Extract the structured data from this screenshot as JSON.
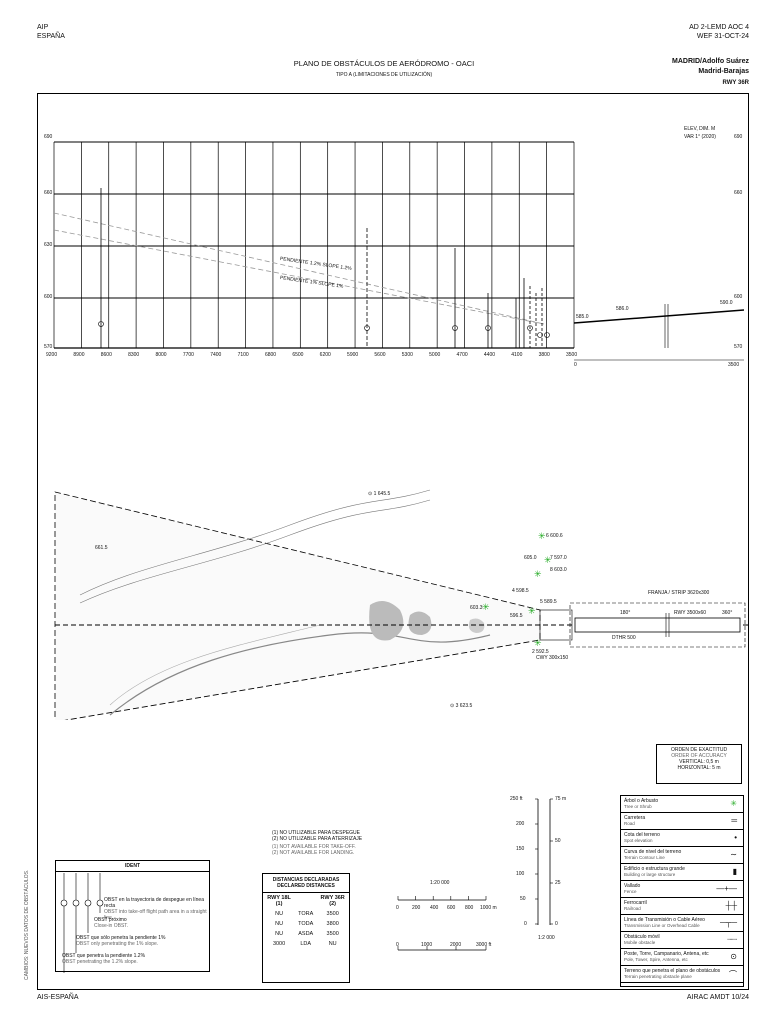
{
  "header": {
    "left_top": "AIP",
    "left_bottom": "ESPAÑA",
    "right_top": "AD 2-LEMD AOC 4",
    "right_bottom": "WEF 31-OCT-24",
    "title": "PLANO DE OBSTÁCULOS DE AERÓDROMO - OACI",
    "subtitle": "TIPO A (LIMITACIONES DE UTILIZACIÓN)",
    "airport_line1": "MADRID/Adolfo Suárez",
    "airport_line2": "Madrid-Barajas",
    "runway": "RWY 36R"
  },
  "profile": {
    "elev_note1": "ELEV, DIM. M",
    "elev_note2": "VAR 1° (2020)",
    "y_labels": [
      "690",
      "660",
      "630",
      "600",
      "570"
    ],
    "x_labels": [
      "9200",
      "8900",
      "8600",
      "8300",
      "8000",
      "7700",
      "7400",
      "7100",
      "6800",
      "6500",
      "6200",
      "5900",
      "5600",
      "5300",
      "5000",
      "4700",
      "4400",
      "4100",
      "3800",
      "3500"
    ],
    "slope1": "PENDIENTE 1.2% SLOPE 1.2%",
    "slope2": "PENDIENTE 1% SLOPE 1%",
    "rwy_elev_left": "585.0",
    "rwy_elev_mid": "586.0",
    "rwy_elev_right": "590.0",
    "rwy_scale_zero": "0",
    "rwy_scale_end": "3500"
  },
  "plan": {
    "obstacles": [
      {
        "label": "1",
        "elev": "645.5"
      },
      {
        "label": "",
        "elev": "661.5"
      },
      {
        "label": "6",
        "elev": "600.6"
      },
      {
        "label": "",
        "elev": "605.0"
      },
      {
        "label": "7",
        "elev": "597.0"
      },
      {
        "label": "8",
        "elev": "603.0"
      },
      {
        "label": "4",
        "elev": "598.5"
      },
      {
        "label": "",
        "elev": "603.3"
      },
      {
        "label": "",
        "elev": "596.5"
      },
      {
        "label": "5",
        "elev": "589.5"
      },
      {
        "label": "2",
        "elev": "592.5"
      },
      {
        "label": "3",
        "elev": "623.5"
      }
    ],
    "cwy_label": "CWY 300x150",
    "strip_label": "FRANJA / STRIP 3620x300",
    "hdg_left": "180°",
    "hdg_right": "360°",
    "rwy_dim": "RWY 3500x60",
    "dthr": "DTHR 500"
  },
  "accuracy": {
    "line1": "ORDEN DE EXACTITUD",
    "line2": "ORDER OF ACCURACY",
    "line3": "VERTICAL: 0,5 m",
    "line4": "HORIZONTAL: 5 m"
  },
  "ident": {
    "title": "IDENT",
    "rows": [
      {
        "es": "OBST en la trayectoria de despegue en línea recta",
        "en": "OBST into take-off flight path area in a straight line."
      },
      {
        "es": "OBST próximo",
        "en": "Close-in OBST."
      },
      {
        "es": "OBST que sólo penetra la pendiente 1%",
        "en": "OBST only penetrating the 1% slope."
      },
      {
        "es": "OBST que penetra la pendiente 1.2%",
        "en": "OBST penetrating the 1.2% slope."
      }
    ]
  },
  "notes": {
    "n1": "(1) NO UTILIZABLE PARA DESPEGUE",
    "n2": "(2) NO UTILIZABLE PARA ATERRIZAJE",
    "n3": "(1) NOT AVAILABLE FOR TAKE-OFF.",
    "n4": "(2) NOT AVAILABLE FOR LANDING."
  },
  "declared": {
    "title_es": "DISTANCIAS DECLARADAS",
    "title_en": "DECLARED DISTANCES",
    "col1": "RWY 18L (1)",
    "col2": "RWY 36R (2)",
    "rows": [
      {
        "a": "NU",
        "label": "TORA",
        "b": "3500"
      },
      {
        "a": "NU",
        "label": "TODA",
        "b": "3800"
      },
      {
        "a": "NU",
        "label": "ASDA",
        "b": "3500"
      },
      {
        "a": "3000",
        "label": "LDA",
        "b": "NU"
      }
    ]
  },
  "scales": {
    "scale1": "1:20 000",
    "scale1_ticks": [
      "0",
      "200",
      "400",
      "600",
      "800",
      "1000 m"
    ],
    "scale2": "1:2 000",
    "scale2_ticks": [
      "0",
      "1000",
      "2000",
      "3000 ft"
    ],
    "vert_m": [
      "250 ft",
      "200",
      "150",
      "100",
      "50",
      "0"
    ],
    "vert_ft": [
      "75 m",
      "50",
      "25",
      "0"
    ]
  },
  "legend": [
    {
      "es": "Árbol o Arbusto",
      "en": "Tree or Shrub",
      "sym": "✳"
    },
    {
      "es": "Carretera",
      "en": "Road",
      "sym": "═"
    },
    {
      "es": "Cota del terreno",
      "en": "Spot elevation",
      "sym": "•"
    },
    {
      "es": "Curva de nivel del terreno",
      "en": "Terrain Contour Line",
      "sym": "∼"
    },
    {
      "es": "Edificio o estructura grande",
      "en": "Building or large structure",
      "sym": "▮"
    },
    {
      "es": "Vallado",
      "en": "Fence",
      "sym": "—+—"
    },
    {
      "es": "Ferrocarril",
      "en": "Railroad",
      "sym": "┼┼"
    },
    {
      "es": "Línea de Transmisión o Cable Aéreo",
      "en": "Transmission Line or Overhead Cable",
      "sym": "─┬─"
    },
    {
      "es": "Obstáculo móvil",
      "en": "Mobile obstacle",
      "sym": "┈┈"
    },
    {
      "es": "Poste, Torre, Campanario, Antena, etc",
      "en": "Pole, Tower, Spire, Antenna, etc",
      "sym": "⊙"
    },
    {
      "es": "Terreno que penetra el plano de obstáculos",
      "en": "Terrain penetrating obstacle plane",
      "sym": "⌒"
    }
  ],
  "side_note": "CAMBIOS: NUEVOS DATOS DE OBSTÁCULOS.",
  "footer": {
    "left": "AIS-ESPAÑA",
    "right": "AIRAC AMDT 10/24"
  }
}
